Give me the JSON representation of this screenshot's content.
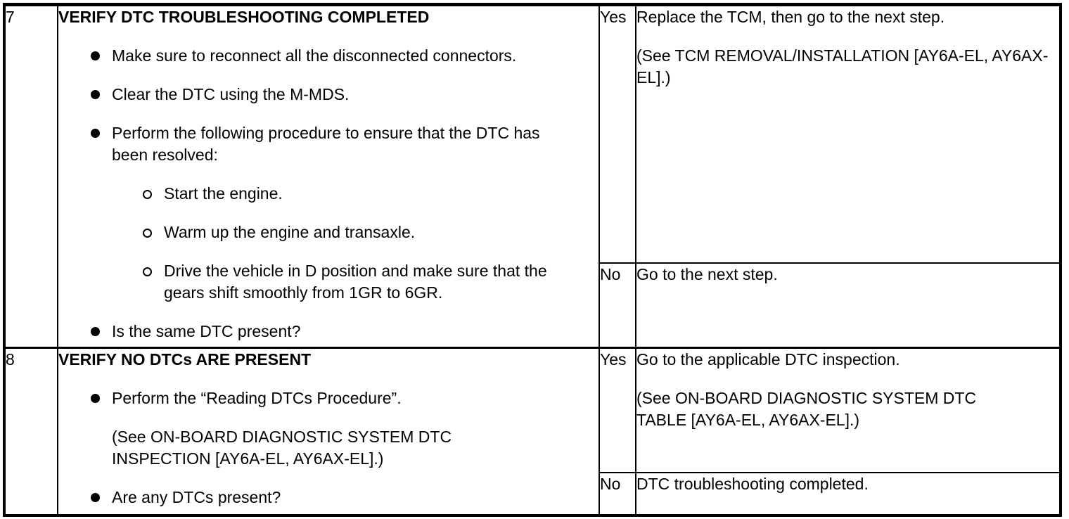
{
  "steps": [
    {
      "number": "7",
      "title": "VERIFY DTC TROUBLESHOOTING COMPLETED",
      "bullets": [
        "Make sure to reconnect all the disconnected connectors.",
        "Clear the DTC using the M-MDS.",
        "Perform the following procedure to ensure that the DTC has been resolved:"
      ],
      "sub_bullets": [
        "Start the engine.",
        "Warm up the engine and transaxle.",
        "Drive the vehicle in D position and make sure that the gears shift smoothly from 1GR to 6GR."
      ],
      "final_bullet": "Is the same DTC present?",
      "yes_label": "Yes",
      "yes_action": "Replace the TCM, then go to the next step.",
      "yes_note": "(See TCM REMOVAL/INSTALLATION [AY6A-EL, AY6AX-EL].)",
      "no_label": "No",
      "no_action": "Go to the next step."
    },
    {
      "number": "8",
      "title": "VERIFY NO DTCs ARE PRESENT",
      "bullet_1": "Perform the “Reading DTCs Procedure”.",
      "bullet_1_note": "(See ON-BOARD DIAGNOSTIC SYSTEM DTC INSPECTION [AY6A-EL, AY6AX-EL].)",
      "bullet_2": "Are any DTCs present?",
      "yes_label": "Yes",
      "yes_action": "Go to the applicable DTC inspection.",
      "yes_note": "(See ON-BOARD DIAGNOSTIC SYSTEM DTC TABLE [AY6A-EL, AY6AX-EL].)",
      "no_label": "No",
      "no_action": "DTC troubleshooting completed."
    }
  ]
}
